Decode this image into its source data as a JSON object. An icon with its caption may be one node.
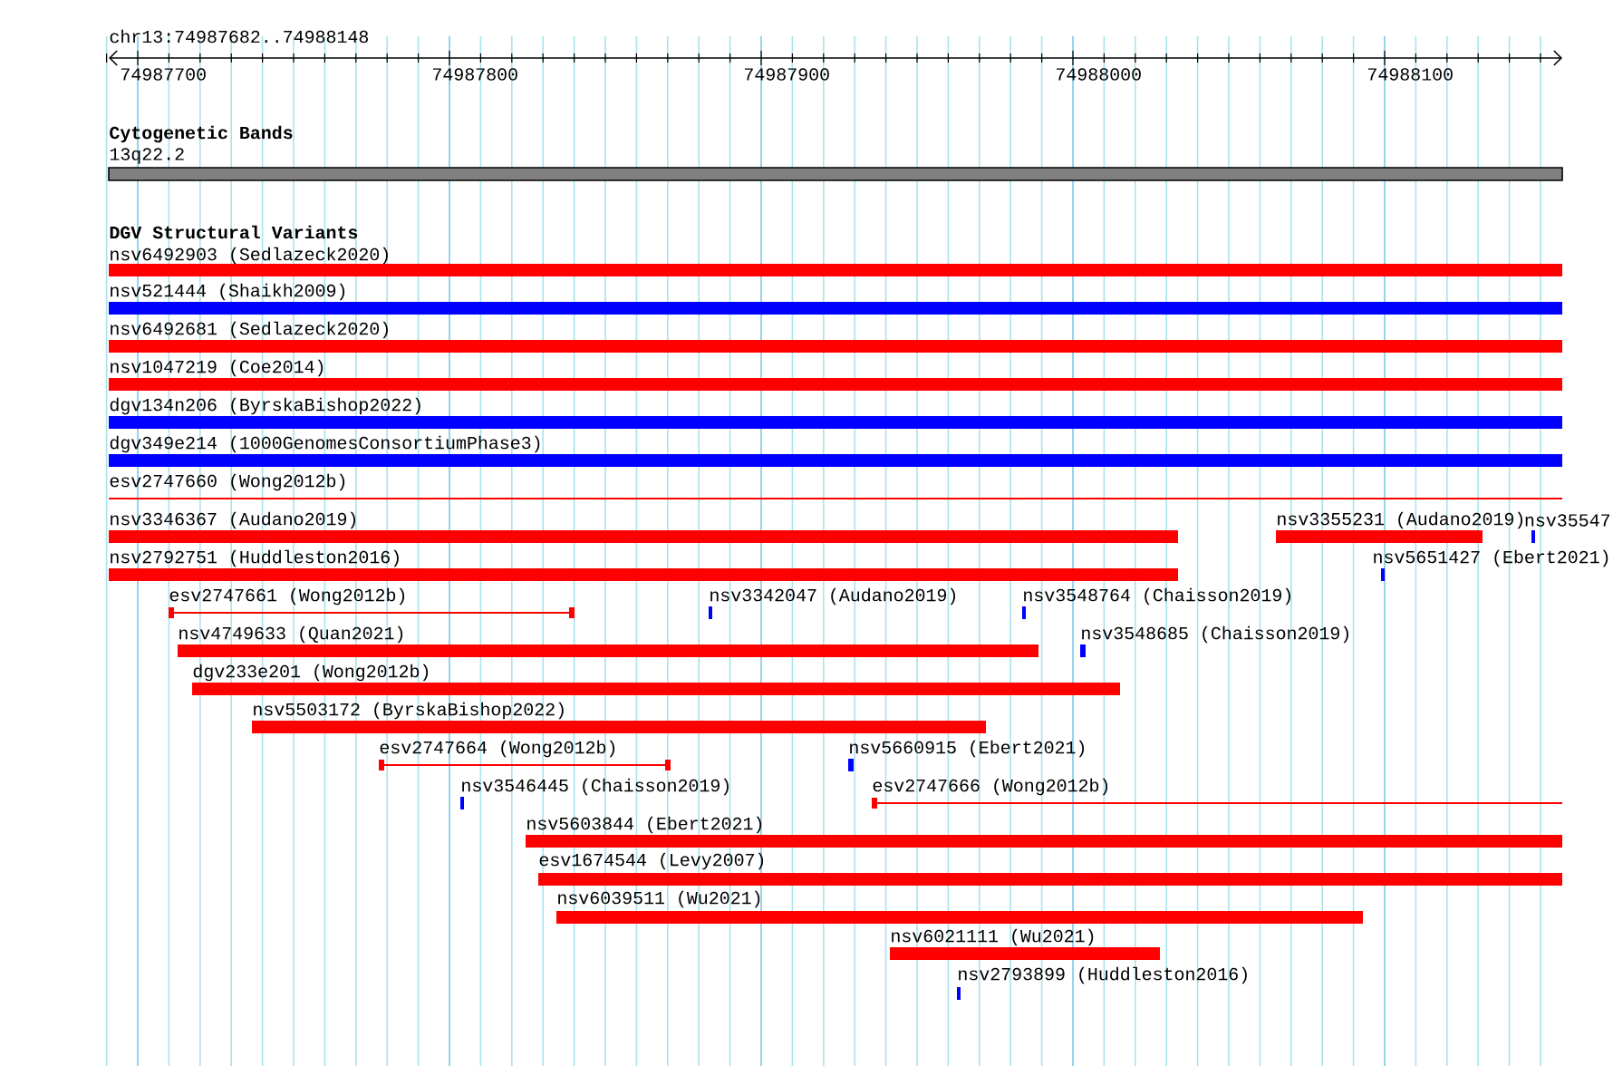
{
  "diagram": {
    "nodes": [
      {
        "text": [
          "13q22.2"
        ]
      },
      {
        "text": [
          "nsv6492903 (Sedlazeck2020)"
        ]
      },
      {
        "text": [
          "nsv521444 (Shaikh2009)"
        ]
      },
      {
        "text": [
          "nsv6492681 (Sedlazeck2020)"
        ]
      },
      {
        "text": [
          "nsv1047219 (Coe2014)"
        ]
      },
      {
        "text": [
          "dgv134n206 (ByrskaBishop2022)"
        ]
      },
      {
        "text": [
          "dgv349e214 (1000GenomesConsortiumPhase3)"
        ]
      },
      {
        "text": [
          "esv2747660 (Wong2012b)"
        ]
      },
      {
        "text": [
          "nsv3346367 (Audano2019)"
        ]
      },
      {
        "text": [
          "nsv3355231 (Audano2019)"
        ]
      },
      {
        "text": [
          "nsv35547"
        ]
      },
      {
        "text": [
          "nsv2792751 (Huddleston2016)"
        ]
      },
      {
        "text": [
          "nsv5651427 (Ebert2021)"
        ]
      },
      {
        "text": [
          "esv2747661 (Wong2012b)"
        ]
      },
      {
        "text": [
          "nsv3342047 (Audano2019)"
        ]
      },
      {
        "text": [
          "nsv3548764 (Chaisson2019)"
        ]
      },
      {
        "text": [
          "nsv4749633 (Quan2021)"
        ]
      },
      {
        "text": [
          "nsv3548685 (Chaisson2019)"
        ]
      },
      {
        "text": [
          "dgv233e201 (Wong2012b)"
        ]
      },
      {
        "text": [
          "nsv5503172 (ByrskaBishop2022)"
        ]
      },
      {
        "text": [
          "esv2747664 (Wong2012b)"
        ]
      },
      {
        "text": [
          "nsv5660915 (Ebert2021)"
        ]
      },
      {
        "text": [
          "nsv3546445 (Chaisson2019)"
        ]
      },
      {
        "text": [
          "esv2747666 (Wong2012b)"
        ]
      },
      {
        "text": [
          "nsv5603844 (Ebert2021)"
        ]
      },
      {
        "text": [
          "esv1674544 (Levy2007)"
        ]
      },
      {
        "text": [
          "nsv6039511 (Wu2021)"
        ]
      },
      {
        "text": [
          "nsv6021111 (Wu2021)"
        ]
      },
      {
        "text": [
          "nsv2793899 (Huddleston2016)"
        ]
      }
    ],
    "labels": [
      "chr13:74987682..74988148",
      "74987700",
      "74987800",
      "74987900",
      "74988000",
      "74988100",
      "Cytogenetic Bands",
      "DGV Structural Variants"
    ]
  }
}
